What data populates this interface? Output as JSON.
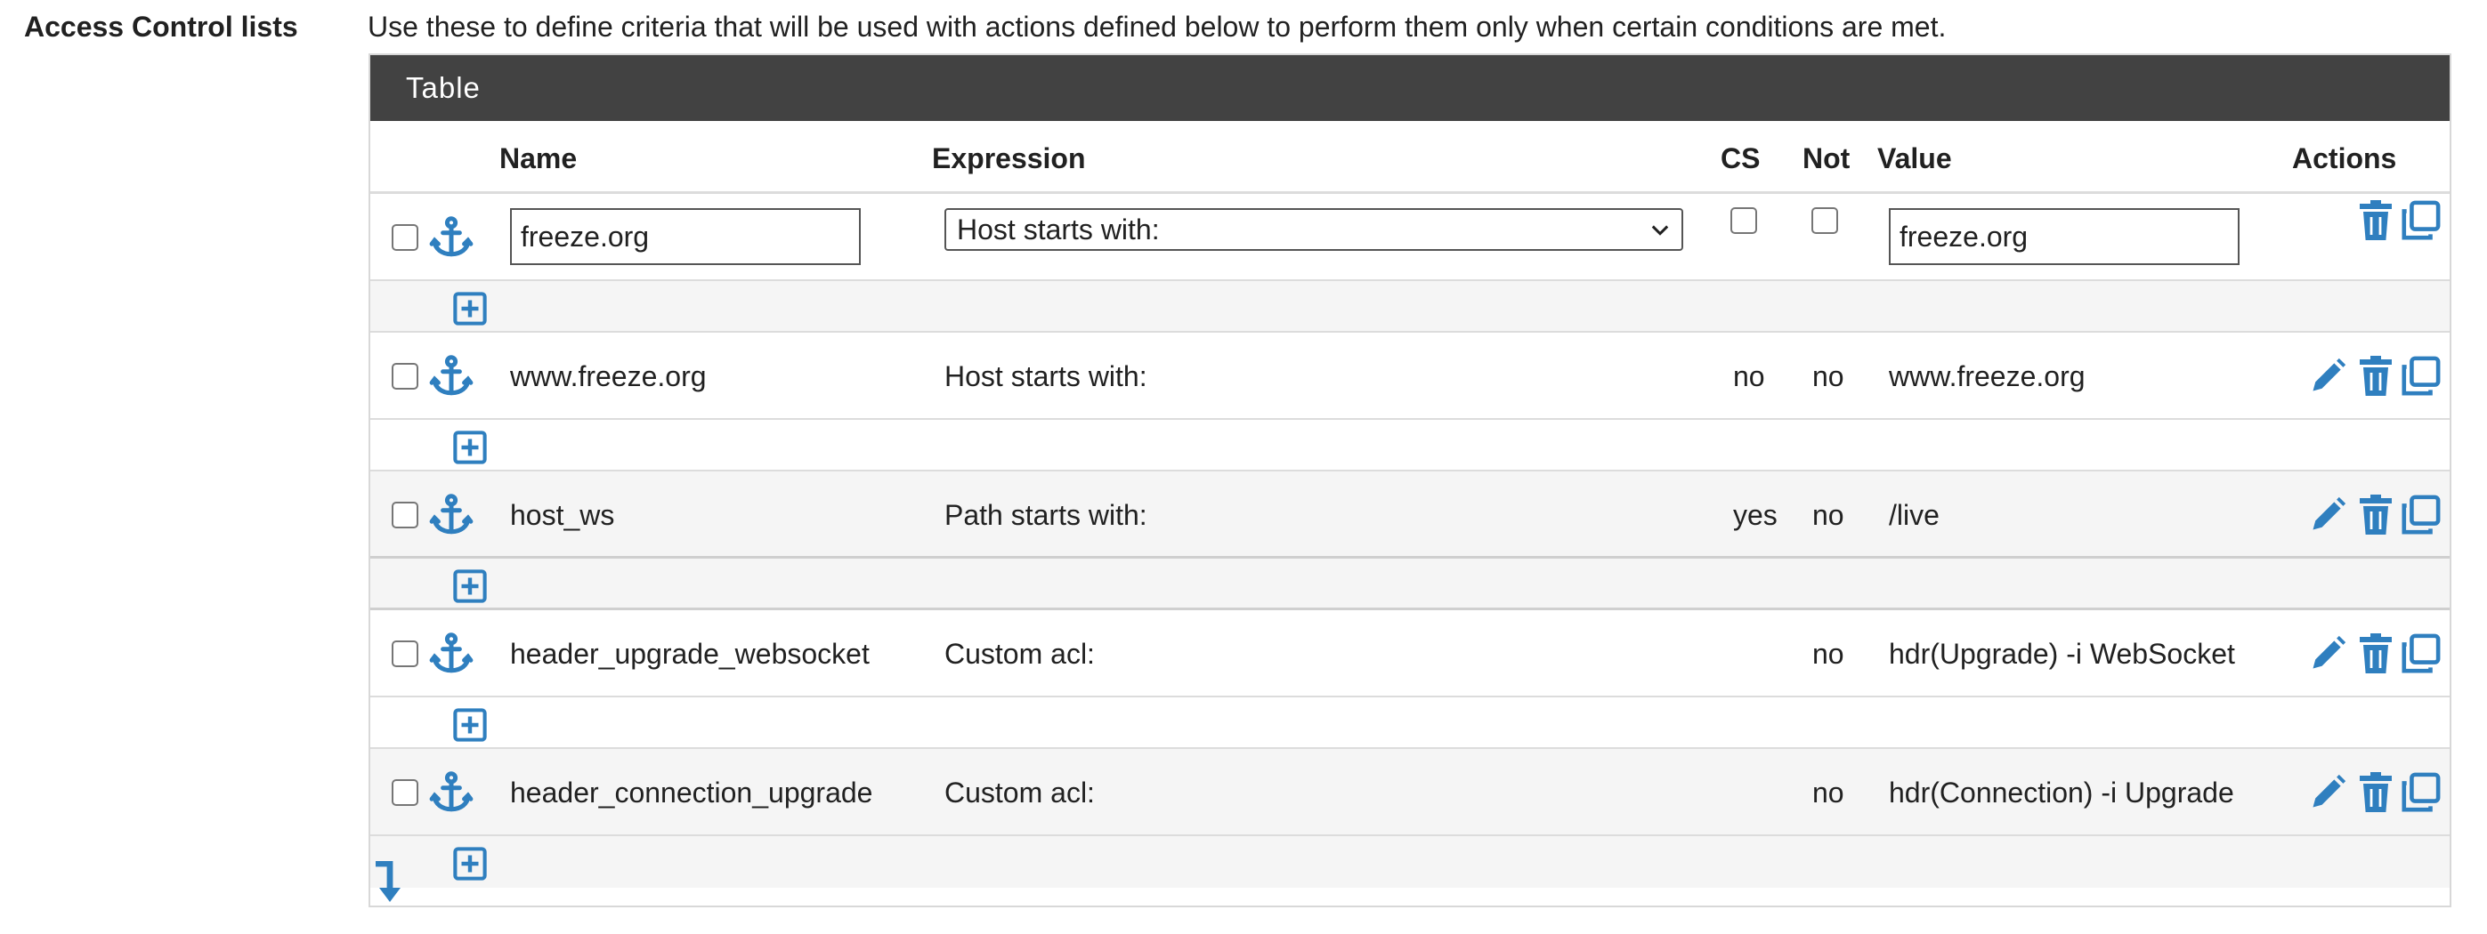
{
  "section": {
    "label": "Access Control lists",
    "help": "Use these to define criteria that will be used with actions defined below to perform them only when certain conditions are met."
  },
  "panel": {
    "heading": "Table"
  },
  "columns": {
    "name": "Name",
    "expression": "Expression",
    "cs": "CS",
    "not": "Not",
    "value": "Value",
    "actions": "Actions"
  },
  "edit_row": {
    "name_value": "freeze.org",
    "expression_selected": "Host starts with:",
    "value_value": "freeze.org"
  },
  "rows": [
    {
      "name": "www.freeze.org",
      "expression": "Host starts with:",
      "cs": "no",
      "not": "no",
      "value": "www.freeze.org"
    },
    {
      "name": "host_ws",
      "expression": "Path starts with:",
      "cs": "yes",
      "not": "no",
      "value": "/live"
    },
    {
      "name": "header_upgrade_websocket",
      "expression": "Custom acl:",
      "cs": "",
      "not": "no",
      "value": "hdr(Upgrade) -i WebSocket"
    },
    {
      "name": "header_connection_upgrade",
      "expression": "Custom acl:",
      "cs": "",
      "not": "no",
      "value": "hdr(Connection) -i Upgrade"
    }
  ],
  "colors": {
    "accent": "#2f7fbf",
    "heading_bg": "#424242",
    "row_alt": "#f5f5f5"
  },
  "icons": {
    "row_drag": "anchor-icon",
    "add": "plus-square-icon",
    "edit": "pencil-icon",
    "delete": "trash-icon",
    "copy": "copy-icon",
    "bottom": "arrow-down-turn-icon"
  }
}
